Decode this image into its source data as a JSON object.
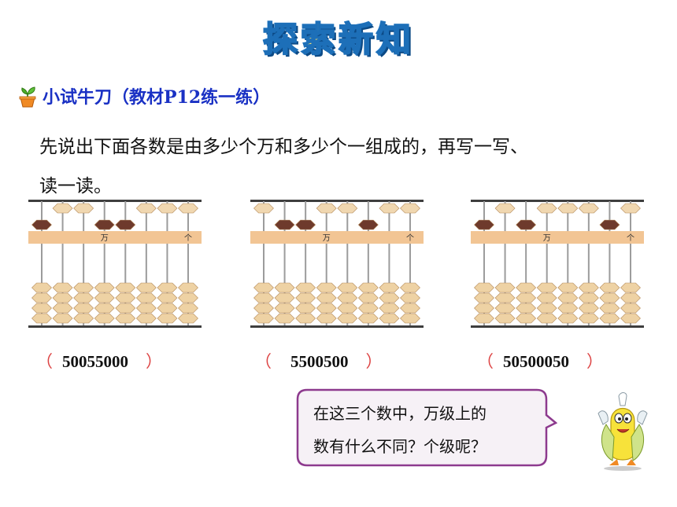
{
  "header": {
    "title": "探索新知"
  },
  "section": {
    "label": "小试牛刀（教材P12练一练）",
    "icon": "sprout-pot-icon"
  },
  "instruction": {
    "line1": "先说出下面各数是由多少个万和多少个一组成的，再写一写、",
    "line2": "读一读。"
  },
  "abacuses": [
    {
      "wan_label": "万",
      "ge_label": "个",
      "digits": [
        5,
        0,
        0,
        5,
        5,
        0,
        0,
        0
      ],
      "answer": "50055000"
    },
    {
      "wan_label": "万",
      "ge_label": "个",
      "digits": [
        0,
        5,
        5,
        0,
        0,
        5,
        0,
        0
      ],
      "answer": "5500500"
    },
    {
      "wan_label": "万",
      "ge_label": "个",
      "digits": [
        5,
        0,
        5,
        0,
        0,
        0,
        5,
        0
      ],
      "answer": "50500050"
    }
  ],
  "paren_open": "（",
  "paren_close": "）",
  "bubble": {
    "line1": "在这三个数中，万级上的",
    "line2": "数有什么不同？个级呢？"
  },
  "mascot": {
    "icon": "corn-mascot-icon"
  },
  "colors": {
    "frame": "#3e3e3e",
    "beam": "#f2c594",
    "bead_upper_light": "#f0d7b0",
    "bead_upper_dark": "#6e3a2c",
    "bead_lower": "#eed2a4",
    "bubble_border": "#8d3a8e",
    "bubble_fill": "#f6f1f6",
    "section_text": "#1a31c4"
  }
}
